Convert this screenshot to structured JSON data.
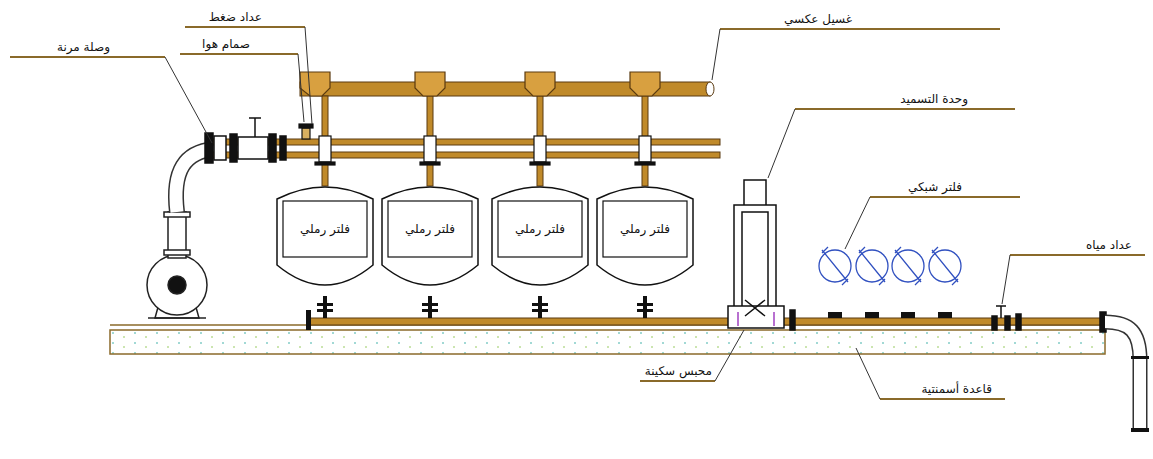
{
  "diagram": {
    "nodes": [
      {
        "text": [
          "فلتر رملي"
        ]
      },
      {
        "text": [
          "فلتر رملي"
        ]
      },
      {
        "text": [
          "فلتر رملي"
        ]
      },
      {
        "text": [
          "فلتر رملي"
        ]
      }
    ],
    "labels": [
      "وصلة مرنة",
      "عداد ضغط",
      "صمام هوا",
      "غسيل عكسي",
      "وحدة التسميد",
      "فلتر شبكي",
      "عداد مياه",
      "محبس سكينة",
      "قاعدة أسمنتية"
    ]
  }
}
